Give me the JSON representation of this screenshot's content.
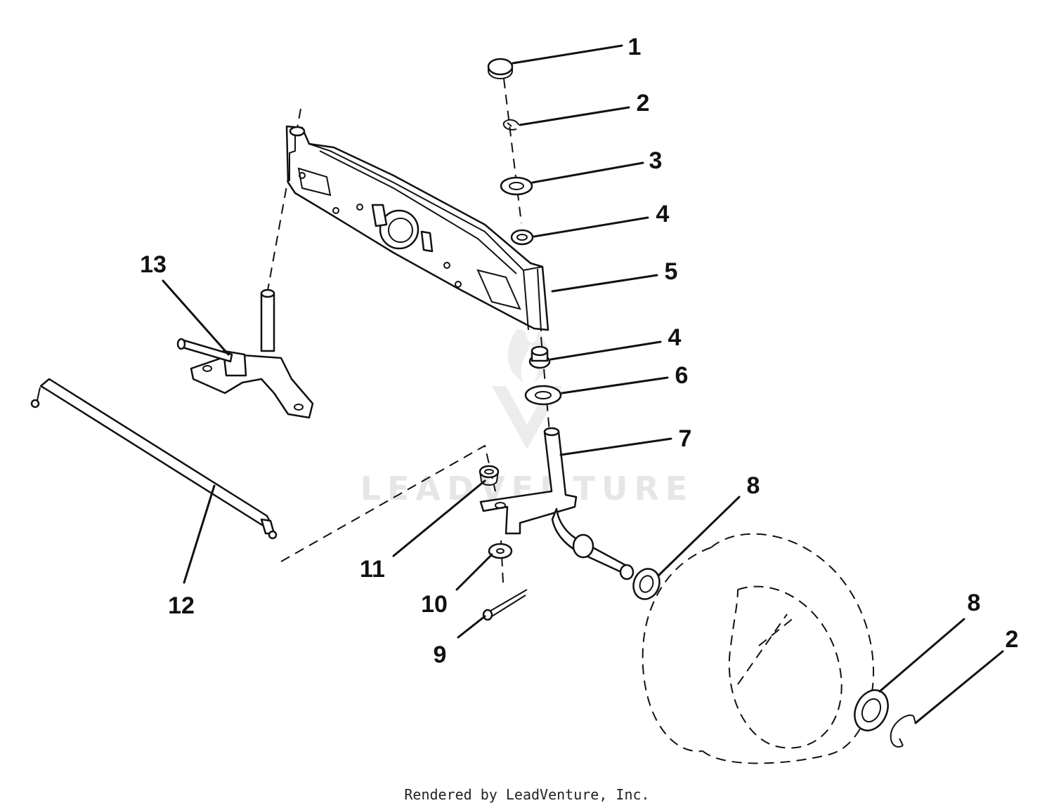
{
  "watermark": "LEADVENTURE",
  "footer": "Rendered by LeadVenture, Inc.",
  "callouts": [
    {
      "id": "c1",
      "label": "1"
    },
    {
      "id": "c2a",
      "label": "2"
    },
    {
      "id": "c3",
      "label": "3"
    },
    {
      "id": "c4a",
      "label": "4"
    },
    {
      "id": "c5",
      "label": "5"
    },
    {
      "id": "c4b",
      "label": "4"
    },
    {
      "id": "c6",
      "label": "6"
    },
    {
      "id": "c7",
      "label": "7"
    },
    {
      "id": "c8a",
      "label": "8"
    },
    {
      "id": "c11",
      "label": "11"
    },
    {
      "id": "c10",
      "label": "10"
    },
    {
      "id": "c9",
      "label": "9"
    },
    {
      "id": "c13",
      "label": "13"
    },
    {
      "id": "c12",
      "label": "12"
    },
    {
      "id": "c8b",
      "label": "8"
    },
    {
      "id": "c2b",
      "label": "2"
    }
  ]
}
